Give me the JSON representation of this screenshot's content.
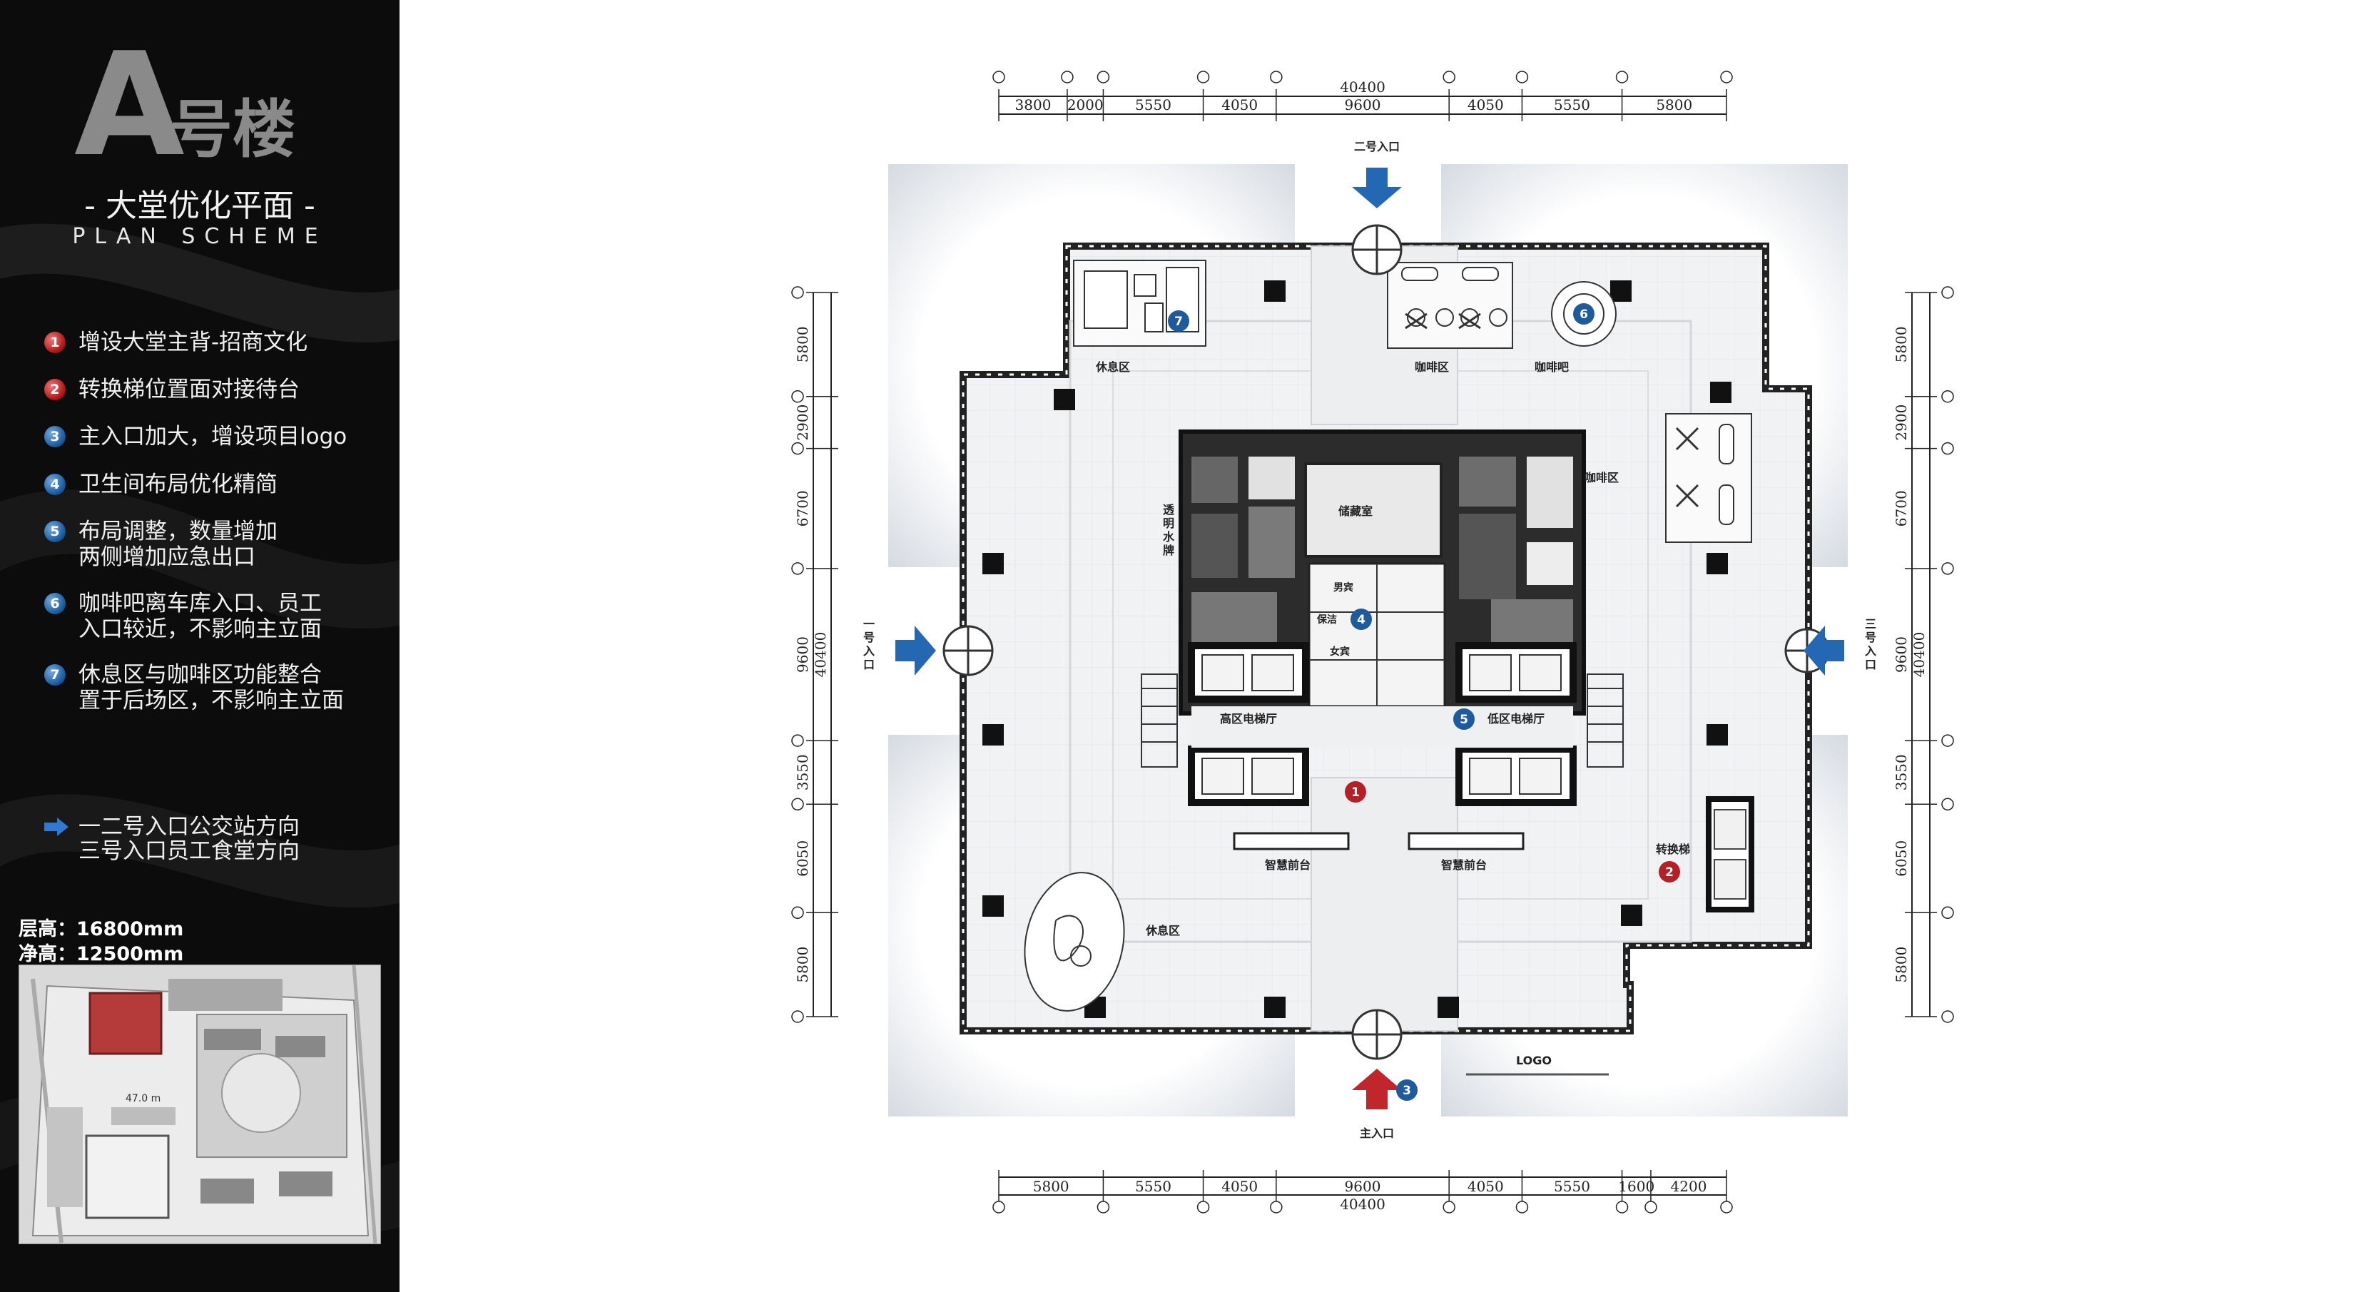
{
  "sidebar": {
    "big_letter": "A",
    "title_suffix": "号楼",
    "subtitle_cn": "- 大堂优化平面 -",
    "subtitle_en": "PLAN SCHEME",
    "notes": [
      {
        "num": "1",
        "color": "red",
        "lines": [
          "增设大堂主背-招商文化"
        ]
      },
      {
        "num": "2",
        "color": "red",
        "lines": [
          "转换梯位置面对接待台"
        ]
      },
      {
        "num": "3",
        "color": "blue",
        "lines": [
          "主入口加大，增设项目logo"
        ]
      },
      {
        "num": "4",
        "color": "blue",
        "lines": [
          "卫生间布局优化精简"
        ]
      },
      {
        "num": "5",
        "color": "blue",
        "lines": [
          "布局调整，数量增加",
          "两侧增加应急出口"
        ]
      },
      {
        "num": "6",
        "color": "blue",
        "lines": [
          "咖啡吧离车库入口、员工",
          "入口较近，不影响主立面"
        ]
      },
      {
        "num": "7",
        "color": "blue",
        "lines": [
          "休息区与咖啡区功能整合",
          "置于后场区，不影响主立面"
        ]
      }
    ],
    "legend_lines": [
      "一二号入口公交站方向",
      "三号入口员工食堂方向"
    ],
    "floor_height": "层高：16800mm",
    "clear_height": "净高：12500mm",
    "site_label": "47.0 m"
  },
  "colors": {
    "accent_red": "#c0262b",
    "accent_blue": "#2468b4",
    "sidebar_bg": "#0c0c0c"
  },
  "plan": {
    "dim_top": {
      "total": "40400",
      "segments": [
        "3800",
        "2000",
        "5550",
        "4050",
        "9600",
        "4050",
        "5550",
        "5800"
      ]
    },
    "dim_bottom": {
      "total": "40400",
      "segments": [
        "5800",
        "5550",
        "4050",
        "9600",
        "4050",
        "5550",
        "1600",
        "4200"
      ]
    },
    "dim_left": {
      "total": "40400",
      "segments": [
        "5800",
        "2900",
        "6700",
        "9600",
        "3550",
        "6050",
        "5800"
      ]
    },
    "dim_right": {
      "total": "40400",
      "segments": [
        "5800",
        "2900",
        "6700",
        "9600",
        "3550",
        "6050",
        "5800"
      ]
    },
    "entrances": {
      "main": "主入口",
      "entry1": "一号入口",
      "entry2": "二号入口",
      "entry3": "三号入口"
    },
    "rooms": {
      "rest_north": "休息区",
      "cafe_north": "咖啡区",
      "cafe_bar": "咖啡吧",
      "cafe_east": "咖啡区",
      "storage": "储藏室",
      "water": "透明水牌",
      "men": "男宾",
      "cleaning": "保洁",
      "women": "女宾",
      "high_lobby": "高区电梯厅",
      "low_lobby": "低区电梯厅",
      "front_left": "智慧前台",
      "front_right": "智慧前台",
      "transfer": "转换梯",
      "rest_south": "休息区",
      "logo": "LOGO"
    }
  }
}
